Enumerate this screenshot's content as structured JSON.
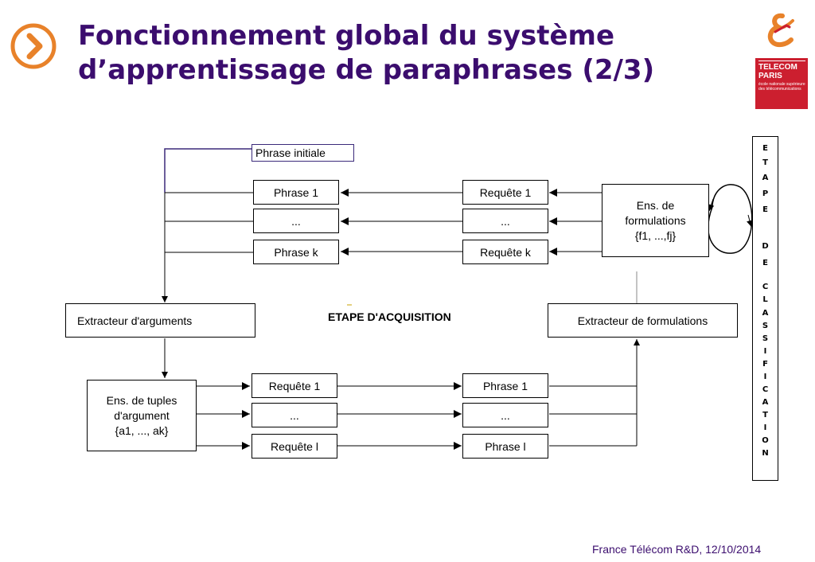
{
  "title": "Fonctionnement global du système d’apprentissage de paraphrases (2/3)",
  "icons": {
    "nav": "chevron-right-circle-icon",
    "logo_symbol": "france-telecom-ampersand-logo"
  },
  "logo": {
    "line1": "TELECOM",
    "line2": "PARIS",
    "line3": "école nationale supérieure des télécommunications"
  },
  "diagram": {
    "phrase_initiale": "Phrase initiale",
    "top_phrases": [
      "Phrase 1",
      "...",
      "Phrase k"
    ],
    "top_requetes": [
      "Requête 1",
      "...",
      "Requête k"
    ],
    "formulations": {
      "line1": "Ens. de",
      "line2": "formulations",
      "line3": "{f1, ...,fj}"
    },
    "extracteur_arguments": "Extracteur d'arguments",
    "extracteur_formulations": "Extracteur de formulations",
    "acquisition_label": "ETAPE D'ACQUISITION",
    "tuples": {
      "line1": "Ens. de tuples",
      "line2": "d'argument",
      "line3": "{a1, ..., ak}"
    },
    "bottom_requetes": [
      "Requête 1",
      "...",
      "Requête l"
    ],
    "bottom_phrases": [
      "Phrase 1",
      "...",
      "Phrase l"
    ],
    "classification_letters": [
      "E",
      "T",
      "A",
      "P",
      "E",
      "",
      "D",
      "E",
      "",
      "C",
      "L",
      "A",
      "S",
      "S",
      "I",
      "F",
      "I",
      "C",
      "A",
      "T",
      "I",
      "O",
      "N"
    ]
  },
  "colors": {
    "title": "#3b0d6e",
    "nav_orange": "#e8822a",
    "logo_red": "#cc1f2f",
    "initial_border": "#3b2a7a"
  },
  "footer": "France Télécom R&D, 12/10/2014"
}
